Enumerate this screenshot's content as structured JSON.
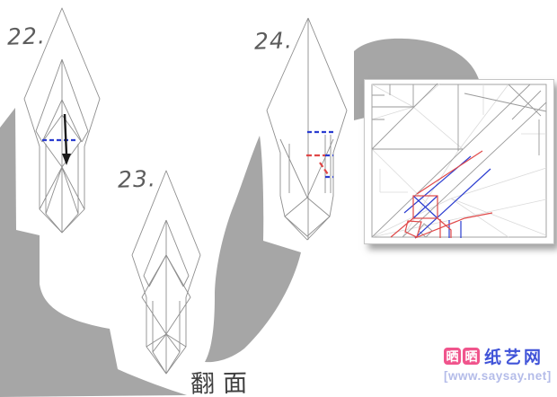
{
  "steps": [
    {
      "label": "22."
    },
    {
      "label": "23."
    },
    {
      "label": "24."
    }
  ],
  "flip_note": "翻面",
  "watermark": {
    "block1": "晒",
    "block2": "晒",
    "site_name": "纸艺网",
    "url": "[www.saysay.net]"
  },
  "colors": {
    "blob_gray": "#a6a6a6",
    "line_gray": "#8e8e8e",
    "crease_main": "#9a9a9a",
    "crease_light": "#dadada",
    "fold_blue": "#2a3cd0",
    "fold_red": "#e04848",
    "arrow_black": "#1a1a1a",
    "watermark_pink": "#f0548c",
    "watermark_blue": "#4053d8",
    "watermark_url": "#b4bce9"
  }
}
